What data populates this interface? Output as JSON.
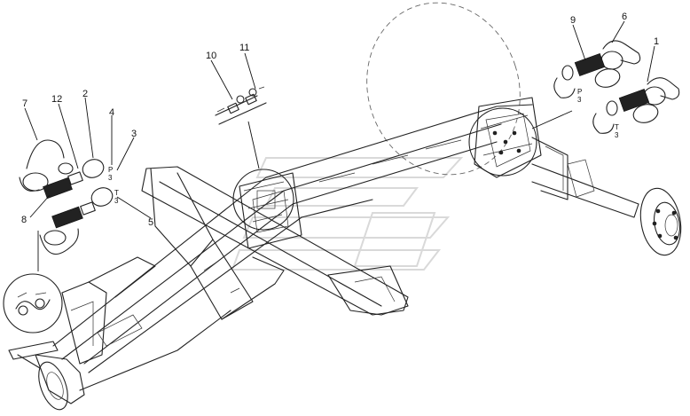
{
  "callouts": [
    {
      "id": "c1",
      "text": "1"
    },
    {
      "id": "c2",
      "text": "2"
    },
    {
      "id": "c3",
      "text": "3"
    },
    {
      "id": "c4",
      "text": "4"
    },
    {
      "id": "c5",
      "text": "5"
    },
    {
      "id": "c6",
      "text": "6"
    },
    {
      "id": "c7",
      "text": "7"
    },
    {
      "id": "c8",
      "text": "8"
    },
    {
      "id": "c9",
      "text": "9"
    },
    {
      "id": "c10",
      "text": "10"
    },
    {
      "id": "c11",
      "text": "11"
    },
    {
      "id": "c12",
      "text": "12"
    }
  ],
  "port_marks": {
    "p_left": "P",
    "t_left": "T",
    "p_right": "P",
    "t_right": "T",
    "three": "3"
  }
}
